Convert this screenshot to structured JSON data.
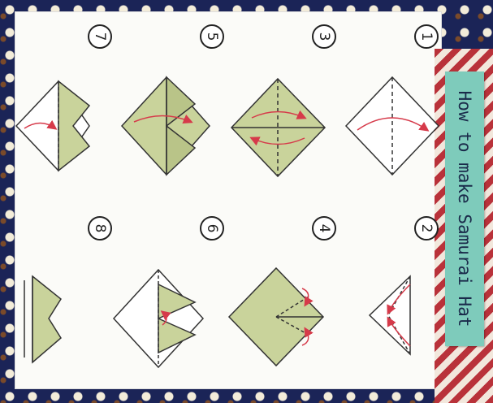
{
  "title": "How to make Samurai Hat",
  "steps": [
    "1",
    "2",
    "3",
    "4",
    "5",
    "6",
    "7",
    "8"
  ],
  "colors": {
    "paper": "#c9d39b",
    "arrow": "#d63a4a",
    "line": "#333333",
    "label": "#7ecbbb"
  }
}
